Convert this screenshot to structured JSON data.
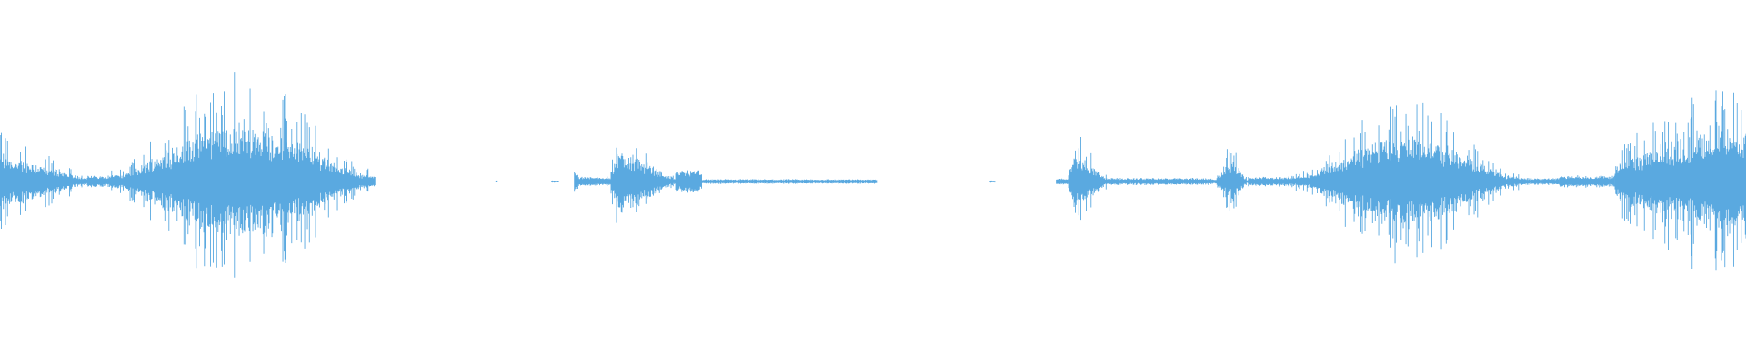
{
  "waveform": {
    "color": "#5aa9e0",
    "background": "#ffffff",
    "segments": [
      {
        "start": 0.0,
        "end": 0.05,
        "peak": 0.45,
        "shape": "decay"
      },
      {
        "start": 0.05,
        "end": 0.062,
        "peak": 0.05,
        "shape": "flat"
      },
      {
        "start": 0.062,
        "end": 0.215,
        "peak": 0.92,
        "shape": "burst"
      },
      {
        "start": 0.284,
        "end": 0.285,
        "peak": 0.01,
        "shape": "flat"
      },
      {
        "start": 0.316,
        "end": 0.32,
        "peak": 0.01,
        "shape": "flat"
      },
      {
        "start": 0.329,
        "end": 0.331,
        "peak": 0.1,
        "shape": "flat"
      },
      {
        "start": 0.331,
        "end": 0.35,
        "peak": 0.04,
        "shape": "flat"
      },
      {
        "start": 0.35,
        "end": 0.387,
        "peak": 0.52,
        "shape": "attack"
      },
      {
        "start": 0.387,
        "end": 0.402,
        "peak": 0.1,
        "shape": "flat"
      },
      {
        "start": 0.402,
        "end": 0.502,
        "peak": 0.02,
        "shape": "flat"
      },
      {
        "start": 0.567,
        "end": 0.57,
        "peak": 0.01,
        "shape": "flat"
      },
      {
        "start": 0.605,
        "end": 0.612,
        "peak": 0.03,
        "shape": "flat"
      },
      {
        "start": 0.612,
        "end": 0.635,
        "peak": 0.48,
        "shape": "attack"
      },
      {
        "start": 0.635,
        "end": 0.695,
        "peak": 0.03,
        "shape": "flat"
      },
      {
        "start": 0.695,
        "end": 0.715,
        "peak": 0.3,
        "shape": "burst"
      },
      {
        "start": 0.715,
        "end": 0.74,
        "peak": 0.04,
        "shape": "flat"
      },
      {
        "start": 0.74,
        "end": 0.87,
        "peak": 0.72,
        "shape": "burst"
      },
      {
        "start": 0.87,
        "end": 0.893,
        "peak": 0.03,
        "shape": "flat"
      },
      {
        "start": 0.893,
        "end": 0.925,
        "peak": 0.05,
        "shape": "flat"
      },
      {
        "start": 0.925,
        "end": 1.0,
        "peak": 0.85,
        "shape": "rise"
      }
    ]
  }
}
